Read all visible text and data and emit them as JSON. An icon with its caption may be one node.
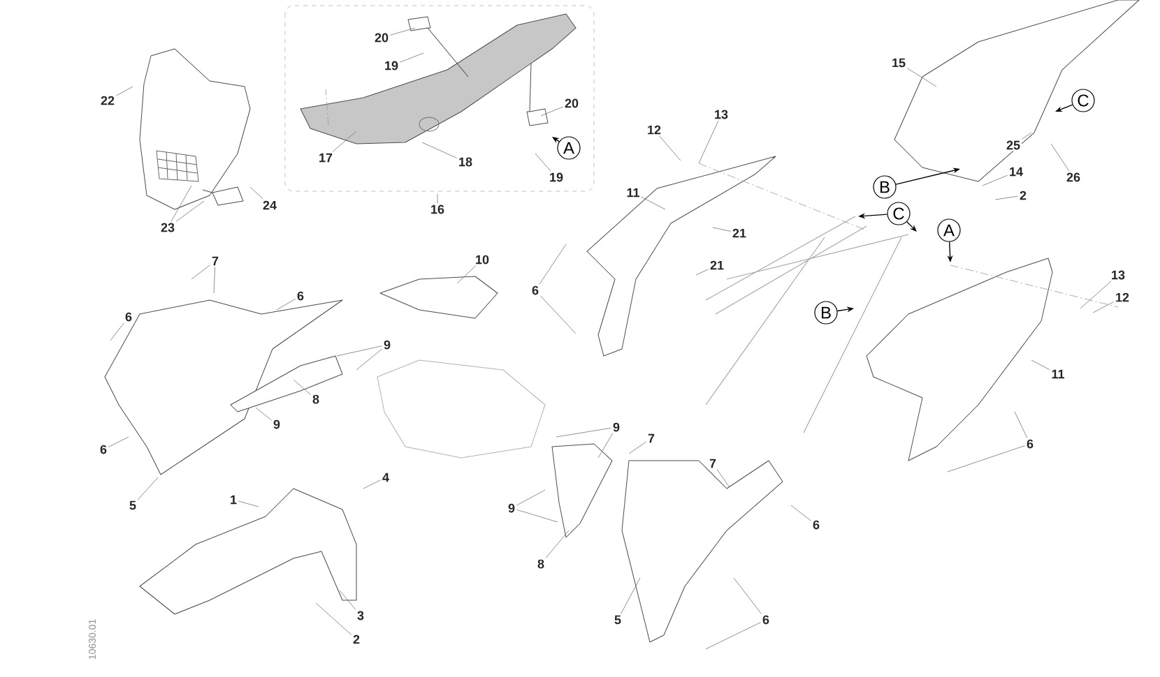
{
  "diagram": {
    "nodes": [
      {
        "text": [
          "22"
        ]
      },
      {
        "text": [
          "23"
        ]
      },
      {
        "text": [
          "24"
        ]
      },
      {
        "text": [
          "20"
        ]
      },
      {
        "text": [
          "19"
        ]
      },
      {
        "text": [
          "17"
        ]
      },
      {
        "text": [
          "18"
        ]
      },
      {
        "text": [
          "20"
        ]
      },
      {
        "text": [
          "19"
        ]
      },
      {
        "text": [
          "16"
        ]
      },
      {
        "text": [
          "A"
        ]
      },
      {
        "text": [
          "12"
        ]
      },
      {
        "text": [
          "13"
        ]
      },
      {
        "text": [
          "11"
        ]
      },
      {
        "text": [
          "15"
        ]
      },
      {
        "text": [
          "C"
        ]
      },
      {
        "text": [
          "25"
        ]
      },
      {
        "text": [
          "26"
        ]
      },
      {
        "text": [
          "14"
        ]
      },
      {
        "text": [
          "2"
        ]
      },
      {
        "text": [
          "B"
        ]
      },
      {
        "text": [
          "C"
        ]
      },
      {
        "text": [
          "A"
        ]
      },
      {
        "text": [
          "21"
        ]
      },
      {
        "text": [
          "21"
        ]
      },
      {
        "text": [
          "6"
        ]
      },
      {
        "text": [
          "B"
        ]
      },
      {
        "text": [
          "13"
        ]
      },
      {
        "text": [
          "12"
        ]
      },
      {
        "text": [
          "11"
        ]
      },
      {
        "text": [
          "6"
        ]
      },
      {
        "text": [
          "7"
        ]
      },
      {
        "text": [
          "6"
        ]
      },
      {
        "text": [
          "6"
        ]
      },
      {
        "text": [
          "10"
        ]
      },
      {
        "text": [
          "9"
        ]
      },
      {
        "text": [
          "8"
        ]
      },
      {
        "text": [
          "9"
        ]
      },
      {
        "text": [
          "6"
        ]
      },
      {
        "text": [
          "5"
        ]
      },
      {
        "text": [
          "1"
        ]
      },
      {
        "text": [
          "4"
        ]
      },
      {
        "text": [
          "3"
        ]
      },
      {
        "text": [
          "2"
        ]
      },
      {
        "text": [
          "9"
        ]
      },
      {
        "text": [
          "7"
        ]
      },
      {
        "text": [
          "9"
        ]
      },
      {
        "text": [
          "8"
        ]
      },
      {
        "text": [
          "7"
        ]
      },
      {
        "text": [
          "5"
        ]
      },
      {
        "text": [
          "6"
        ]
      },
      {
        "text": [
          "6"
        ]
      }
    ],
    "edges": [
      {
        "from": 0,
        "to": null,
        "arrow": "none"
      },
      {
        "from": 1,
        "to": null,
        "arrow": "none"
      },
      {
        "from": 1,
        "to": null,
        "arrow": "none"
      },
      {
        "from": 2,
        "to": null,
        "arrow": "none"
      },
      {
        "from": 3,
        "to": null,
        "arrow": "none"
      },
      {
        "from": 4,
        "to": null,
        "arrow": "none"
      },
      {
        "from": 5,
        "to": null,
        "arrow": "none"
      },
      {
        "from": 6,
        "to": null,
        "arrow": "none"
      },
      {
        "from": 7,
        "to": null,
        "arrow": "none"
      },
      {
        "from": 8,
        "to": null,
        "arrow": "none"
      },
      {
        "from": 9,
        "to": null,
        "arrow": "none"
      },
      {
        "from": 10,
        "to": null,
        "arrow": "to",
        "color": "#000000"
      },
      {
        "from": 11,
        "to": null,
        "arrow": "none"
      },
      {
        "from": 12,
        "to": null,
        "arrow": "none"
      },
      {
        "from": 13,
        "to": null,
        "arrow": "none"
      },
      {
        "from": 14,
        "to": null,
        "arrow": "none"
      },
      {
        "from": 15,
        "to": null,
        "arrow": "to",
        "color": "#000000"
      },
      {
        "from": 16,
        "to": null,
        "arrow": "none"
      },
      {
        "from": 17,
        "to": null,
        "arrow": "none"
      },
      {
        "from": 18,
        "to": null,
        "arrow": "none"
      },
      {
        "from": 19,
        "to": null,
        "arrow": "none"
      },
      {
        "from": 20,
        "to": null,
        "arrow": "to",
        "color": "#000000"
      },
      {
        "from": 21,
        "to": null,
        "arrow": "to",
        "color": "#000000"
      },
      {
        "from": 21,
        "to": null,
        "arrow": "to",
        "color": "#000000"
      },
      {
        "from": 22,
        "to": null,
        "arrow": "to",
        "color": "#000000"
      },
      {
        "from": 23,
        "to": null,
        "arrow": "none"
      },
      {
        "from": 24,
        "to": null,
        "arrow": "none"
      },
      {
        "from": 25,
        "to": null,
        "arrow": "none"
      },
      {
        "from": 25,
        "to": null,
        "arrow": "none"
      },
      {
        "from": 26,
        "to": null,
        "arrow": "to",
        "color": "#000000"
      },
      {
        "from": 27,
        "to": null,
        "arrow": "none"
      },
      {
        "from": 28,
        "to": null,
        "arrow": "none"
      },
      {
        "from": 29,
        "to": null,
        "arrow": "none"
      },
      {
        "from": 30,
        "to": null,
        "arrow": "none"
      },
      {
        "from": 30,
        "to": null,
        "arrow": "none"
      },
      {
        "from": 31,
        "to": null,
        "arrow": "none"
      },
      {
        "from": 31,
        "to": null,
        "arrow": "none"
      },
      {
        "from": 32,
        "to": null,
        "arrow": "none"
      },
      {
        "from": 33,
        "to": null,
        "arrow": "none"
      },
      {
        "from": 34,
        "to": null,
        "arrow": "none"
      },
      {
        "from": 35,
        "to": null,
        "arrow": "none"
      },
      {
        "from": 35,
        "to": null,
        "arrow": "none"
      },
      {
        "from": 36,
        "to": null,
        "arrow": "none"
      },
      {
        "from": 37,
        "to": null,
        "arrow": "none"
      },
      {
        "from": 38,
        "to": null,
        "arrow": "none"
      },
      {
        "from": 39,
        "to": null,
        "arrow": "none"
      },
      {
        "from": 40,
        "to": null,
        "arrow": "none"
      },
      {
        "from": 41,
        "to": null,
        "arrow": "none"
      },
      {
        "from": 42,
        "to": null,
        "arrow": "none"
      },
      {
        "from": 43,
        "to": null,
        "arrow": "none"
      },
      {
        "from": 44,
        "to": null,
        "arrow": "none"
      },
      {
        "from": 44,
        "to": null,
        "arrow": "none"
      },
      {
        "from": 45,
        "to": null,
        "arrow": "none"
      },
      {
        "from": 46,
        "to": null,
        "arrow": "none"
      },
      {
        "from": 46,
        "to": null,
        "arrow": "none"
      },
      {
        "from": 47,
        "to": null,
        "arrow": "none"
      },
      {
        "from": 48,
        "to": null,
        "arrow": "none"
      },
      {
        "from": 49,
        "to": null,
        "arrow": "none"
      },
      {
        "from": 50,
        "to": null,
        "arrow": "none"
      },
      {
        "from": 51,
        "to": null,
        "arrow": "none"
      },
      {
        "from": 51,
        "to": null,
        "arrow": "none"
      }
    ],
    "labels": [
      "10630.01"
    ]
  }
}
